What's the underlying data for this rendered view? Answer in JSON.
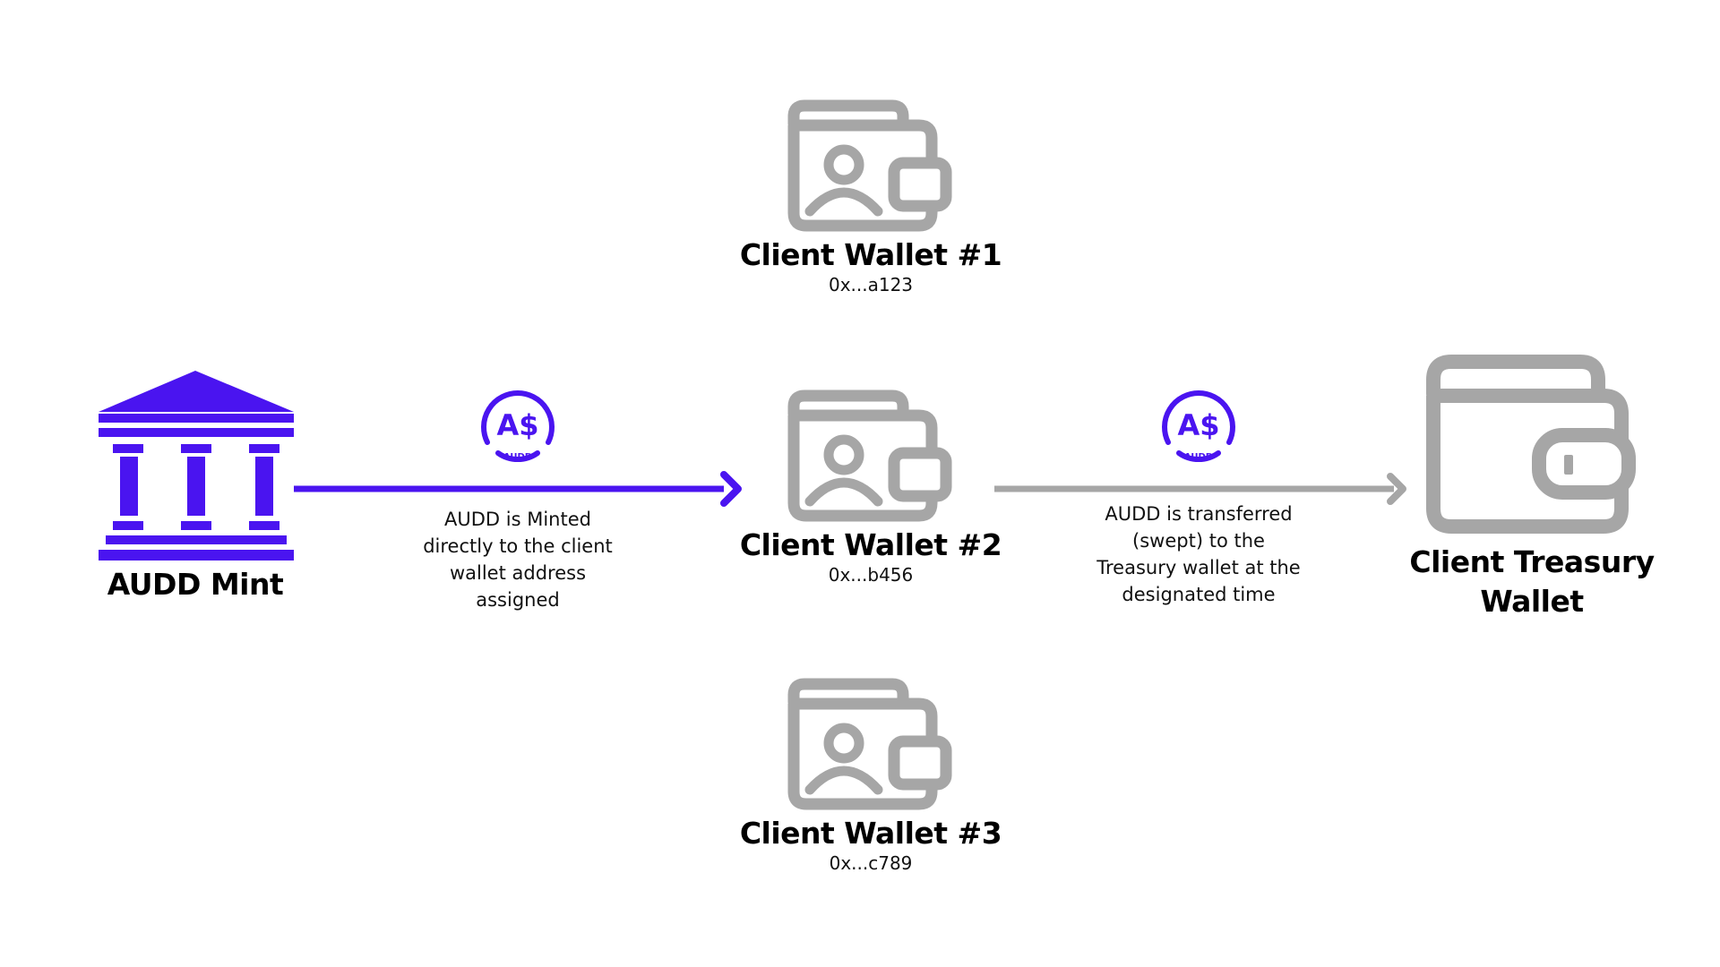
{
  "colors": {
    "brand": "#4A14F0",
    "gray": "#A6A6A6",
    "text": "#000000",
    "background": "#FFFFFF"
  },
  "mint": {
    "icon": "bank-building-icon",
    "label": "AUDD Mint"
  },
  "badge": {
    "icon": "audd-coin-icon",
    "symbol": "A$",
    "label": "AUDD"
  },
  "mint_caption": {
    "lines": [
      "AUDD is Minted",
      "directly to the client",
      "wallet address",
      "assigned"
    ]
  },
  "client_wallets": [
    {
      "icon": "user-wallet-icon",
      "label": "Client Wallet #1",
      "address": "0x...a123"
    },
    {
      "icon": "user-wallet-icon",
      "label": "Client Wallet #2",
      "address": "0x...b456"
    },
    {
      "icon": "user-wallet-icon",
      "label": "Client Wallet #3",
      "address": "0x...c789"
    }
  ],
  "sweep_caption": {
    "lines": [
      "AUDD is transferred",
      "(swept) to the",
      "Treasury wallet at the",
      "designated time"
    ]
  },
  "treasury": {
    "icon": "wallet-icon",
    "label_lines": [
      "Client Treasury",
      "Wallet"
    ]
  }
}
